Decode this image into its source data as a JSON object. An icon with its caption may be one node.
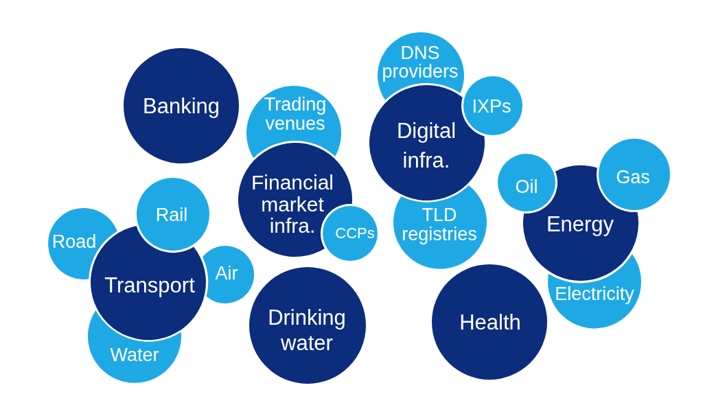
{
  "diagram": {
    "nodes": [
      {
        "text": [
          "Banking"
        ]
      },
      {
        "text": [
          "Trading venues"
        ]
      },
      {
        "text": [
          "Financial market infra."
        ]
      },
      {
        "text": [
          "CCPs"
        ]
      },
      {
        "text": [
          "DNS providers"
        ]
      },
      {
        "text": [
          "IXPs"
        ]
      },
      {
        "text": [
          "Digital infra."
        ]
      },
      {
        "text": [
          "TLD registries"
        ]
      },
      {
        "text": [
          "Oil"
        ]
      },
      {
        "text": [
          "Gas"
        ]
      },
      {
        "text": [
          "Energy"
        ]
      },
      {
        "text": [
          "Electricity"
        ]
      },
      {
        "text": [
          "Rail"
        ]
      },
      {
        "text": [
          "Road"
        ]
      },
      {
        "text": [
          "Transport"
        ]
      },
      {
        "text": [
          "Air"
        ]
      },
      {
        "text": [
          "Water"
        ]
      },
      {
        "text": [
          "Drinking water"
        ]
      },
      {
        "text": [
          "Health"
        ]
      }
    ]
  }
}
